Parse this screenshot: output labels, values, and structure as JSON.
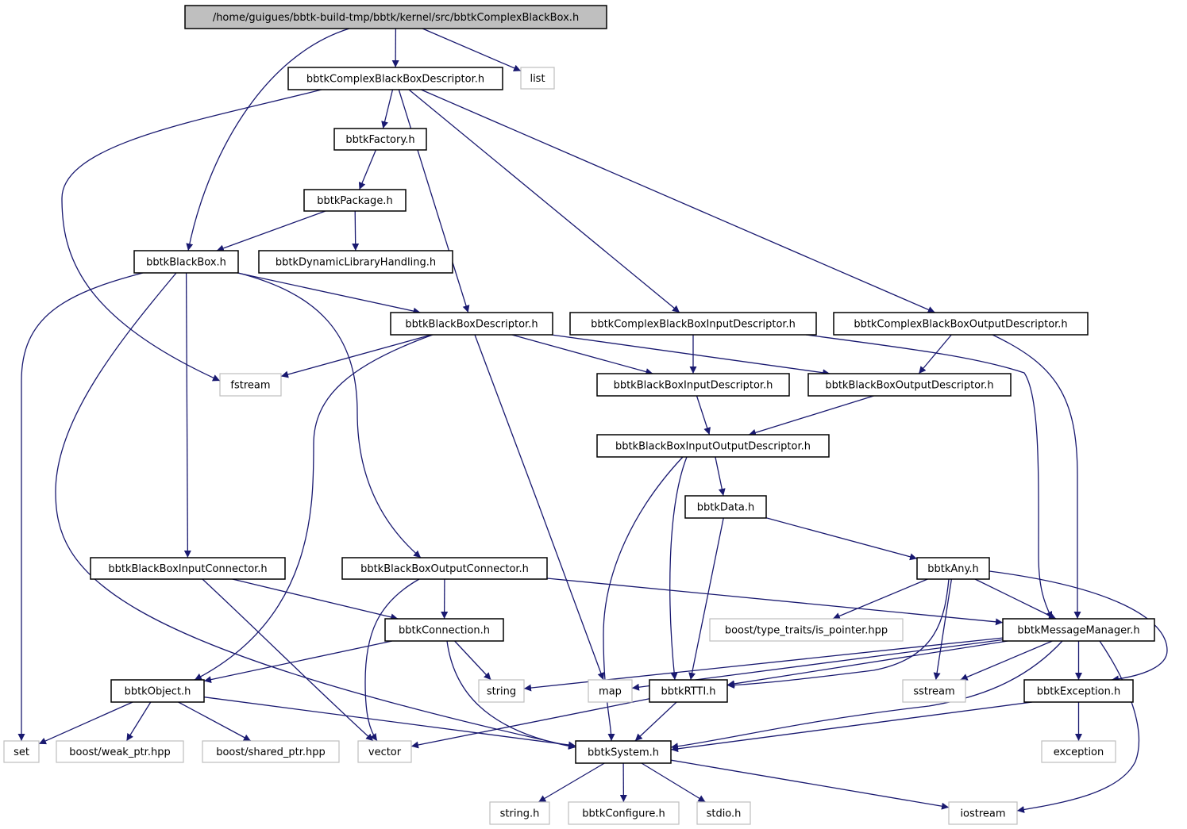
{
  "diagram": {
    "type": "include-dependency-graph",
    "colors": {
      "edge": "#191970",
      "local_header_border": "#000000",
      "external_header_border": "#bfbfbf",
      "root_fill": "#bfbfbf"
    },
    "nodes": [
      {
        "id": "root",
        "label": "/home/guigues/bbtk-build-tmp/bbtk/kernel/src/bbtkComplexBlackBox.h",
        "kind": "root"
      },
      {
        "id": "cbbd",
        "label": "bbtkComplexBlackBoxDescriptor.h",
        "kind": "local"
      },
      {
        "id": "list",
        "label": "list",
        "kind": "external"
      },
      {
        "id": "factory",
        "label": "bbtkFactory.h",
        "kind": "local"
      },
      {
        "id": "package",
        "label": "bbtkPackage.h",
        "kind": "local"
      },
      {
        "id": "blackbox",
        "label": "bbtkBlackBox.h",
        "kind": "local"
      },
      {
        "id": "dynlib",
        "label": "bbtkDynamicLibraryHandling.h",
        "kind": "local"
      },
      {
        "id": "bbdesc",
        "label": "bbtkBlackBoxDescriptor.h",
        "kind": "local"
      },
      {
        "id": "cbbindesc",
        "label": "bbtkComplexBlackBoxInputDescriptor.h",
        "kind": "local"
      },
      {
        "id": "cbboutdesc",
        "label": "bbtkComplexBlackBoxOutputDescriptor.h",
        "kind": "local"
      },
      {
        "id": "fstream",
        "label": "fstream",
        "kind": "external"
      },
      {
        "id": "bbindesc",
        "label": "bbtkBlackBoxInputDescriptor.h",
        "kind": "local"
      },
      {
        "id": "bboutdesc",
        "label": "bbtkBlackBoxOutputDescriptor.h",
        "kind": "local"
      },
      {
        "id": "bbiodesc",
        "label": "bbtkBlackBoxInputOutputDescriptor.h",
        "kind": "local"
      },
      {
        "id": "data",
        "label": "bbtkData.h",
        "kind": "local"
      },
      {
        "id": "bbinconn",
        "label": "bbtkBlackBoxInputConnector.h",
        "kind": "local"
      },
      {
        "id": "bboutconn",
        "label": "bbtkBlackBoxOutputConnector.h",
        "kind": "local"
      },
      {
        "id": "any",
        "label": "bbtkAny.h",
        "kind": "local"
      },
      {
        "id": "connection",
        "label": "bbtkConnection.h",
        "kind": "local"
      },
      {
        "id": "istypepointer",
        "label": "boost/type_traits/is_pointer.hpp",
        "kind": "external"
      },
      {
        "id": "msgmgr",
        "label": "bbtkMessageManager.h",
        "kind": "local"
      },
      {
        "id": "object",
        "label": "bbtkObject.h",
        "kind": "local"
      },
      {
        "id": "string",
        "label": "string",
        "kind": "external"
      },
      {
        "id": "map",
        "label": "map",
        "kind": "external"
      },
      {
        "id": "rtti",
        "label": "bbtkRTTI.h",
        "kind": "local"
      },
      {
        "id": "sstream",
        "label": "sstream",
        "kind": "external"
      },
      {
        "id": "exception_h",
        "label": "bbtkException.h",
        "kind": "local"
      },
      {
        "id": "set",
        "label": "set",
        "kind": "external"
      },
      {
        "id": "weakptr",
        "label": "boost/weak_ptr.hpp",
        "kind": "external"
      },
      {
        "id": "sharedptr",
        "label": "boost/shared_ptr.hpp",
        "kind": "external"
      },
      {
        "id": "vector",
        "label": "vector",
        "kind": "external"
      },
      {
        "id": "system",
        "label": "bbtkSystem.h",
        "kind": "local"
      },
      {
        "id": "exception",
        "label": "exception",
        "kind": "external"
      },
      {
        "id": "stringh",
        "label": "string.h",
        "kind": "external"
      },
      {
        "id": "configure",
        "label": "bbtkConfigure.h",
        "kind": "external"
      },
      {
        "id": "stdio",
        "label": "stdio.h",
        "kind": "external"
      },
      {
        "id": "iostream",
        "label": "iostream",
        "kind": "external"
      }
    ],
    "edges": [
      {
        "from": "root",
        "to": "cbbd"
      },
      {
        "from": "root",
        "to": "list"
      },
      {
        "from": "root",
        "to": "blackbox"
      },
      {
        "from": "cbbd",
        "to": "factory"
      },
      {
        "from": "cbbd",
        "to": "fstream"
      },
      {
        "from": "cbbd",
        "to": "bbdesc"
      },
      {
        "from": "cbbd",
        "to": "cbbindesc"
      },
      {
        "from": "cbbd",
        "to": "cbboutdesc"
      },
      {
        "from": "factory",
        "to": "package"
      },
      {
        "from": "package",
        "to": "blackbox"
      },
      {
        "from": "package",
        "to": "dynlib"
      },
      {
        "from": "blackbox",
        "to": "bbdesc"
      },
      {
        "from": "blackbox",
        "to": "set"
      },
      {
        "from": "blackbox",
        "to": "bbinconn"
      },
      {
        "from": "blackbox",
        "to": "bboutconn"
      },
      {
        "from": "blackbox",
        "to": "system"
      },
      {
        "from": "bbdesc",
        "to": "fstream"
      },
      {
        "from": "bbdesc",
        "to": "bbindesc"
      },
      {
        "from": "bbdesc",
        "to": "bboutdesc"
      },
      {
        "from": "bbdesc",
        "to": "object"
      },
      {
        "from": "bbdesc",
        "to": "map"
      },
      {
        "from": "cbbindesc",
        "to": "bbindesc"
      },
      {
        "from": "cbbindesc",
        "to": "msgmgr"
      },
      {
        "from": "cbboutdesc",
        "to": "bboutdesc"
      },
      {
        "from": "cbboutdesc",
        "to": "msgmgr"
      },
      {
        "from": "bbindesc",
        "to": "bbiodesc"
      },
      {
        "from": "bboutdesc",
        "to": "bbiodesc"
      },
      {
        "from": "bbiodesc",
        "to": "data"
      },
      {
        "from": "bbiodesc",
        "to": "rtti"
      },
      {
        "from": "bbiodesc",
        "to": "system"
      },
      {
        "from": "data",
        "to": "any"
      },
      {
        "from": "data",
        "to": "rtti"
      },
      {
        "from": "bbinconn",
        "to": "connection"
      },
      {
        "from": "bbinconn",
        "to": "vector"
      },
      {
        "from": "bboutconn",
        "to": "connection"
      },
      {
        "from": "bboutconn",
        "to": "vector"
      },
      {
        "from": "bboutconn",
        "to": "msgmgr"
      },
      {
        "from": "any",
        "to": "istypepointer"
      },
      {
        "from": "any",
        "to": "msgmgr"
      },
      {
        "from": "any",
        "to": "rtti"
      },
      {
        "from": "any",
        "to": "sstream"
      },
      {
        "from": "any",
        "to": "exception_h"
      },
      {
        "from": "connection",
        "to": "object"
      },
      {
        "from": "connection",
        "to": "string"
      },
      {
        "from": "connection",
        "to": "system"
      },
      {
        "from": "msgmgr",
        "to": "string"
      },
      {
        "from": "msgmgr",
        "to": "map"
      },
      {
        "from": "msgmgr",
        "to": "rtti"
      },
      {
        "from": "msgmgr",
        "to": "sstream"
      },
      {
        "from": "msgmgr",
        "to": "exception_h"
      },
      {
        "from": "msgmgr",
        "to": "system"
      },
      {
        "from": "msgmgr",
        "to": "iostream"
      },
      {
        "from": "object",
        "to": "set"
      },
      {
        "from": "object",
        "to": "weakptr"
      },
      {
        "from": "object",
        "to": "sharedptr"
      },
      {
        "from": "object",
        "to": "system"
      },
      {
        "from": "rtti",
        "to": "vector"
      },
      {
        "from": "rtti",
        "to": "system"
      },
      {
        "from": "exception_h",
        "to": "exception"
      },
      {
        "from": "exception_h",
        "to": "system"
      },
      {
        "from": "system",
        "to": "stringh"
      },
      {
        "from": "system",
        "to": "configure"
      },
      {
        "from": "system",
        "to": "stdio"
      },
      {
        "from": "system",
        "to": "iostream"
      }
    ]
  }
}
